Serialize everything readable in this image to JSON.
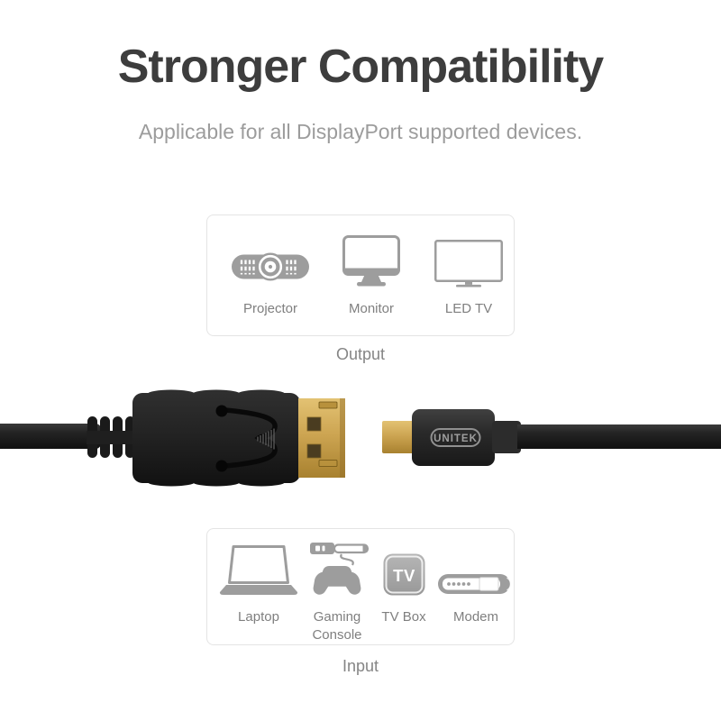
{
  "header": {
    "title": "Stronger Compatibility",
    "subtitle": "Applicable for all DisplayPort supported devices."
  },
  "output_section": {
    "caption": "Output",
    "devices": [
      {
        "label": "Projector",
        "icon": "projector-icon"
      },
      {
        "label": "Monitor",
        "icon": "monitor-icon"
      },
      {
        "label": "LED TV",
        "icon": "led-tv-icon"
      }
    ]
  },
  "input_section": {
    "caption": "Input",
    "tv_box_text": "TV",
    "devices": [
      {
        "label": "Laptop",
        "icon": "laptop-icon"
      },
      {
        "label": "Gaming Console",
        "icon": "gaming-console-icon"
      },
      {
        "label": "TV Box",
        "icon": "tv-box-icon"
      },
      {
        "label": "Modem",
        "icon": "modem-icon"
      }
    ]
  },
  "photo": {
    "brand_label": "UNITEK"
  },
  "colors": {
    "title_text": "#3d3d3d",
    "subtitle_text": "#9c9c9c",
    "icon_gray": "#9d9d9d",
    "device_label_gray": "#7f7f7f",
    "caption_gray": "#858585",
    "box_border": "#e4e4e4",
    "connector_black": "#222222",
    "connector_gold": "#cda552"
  }
}
